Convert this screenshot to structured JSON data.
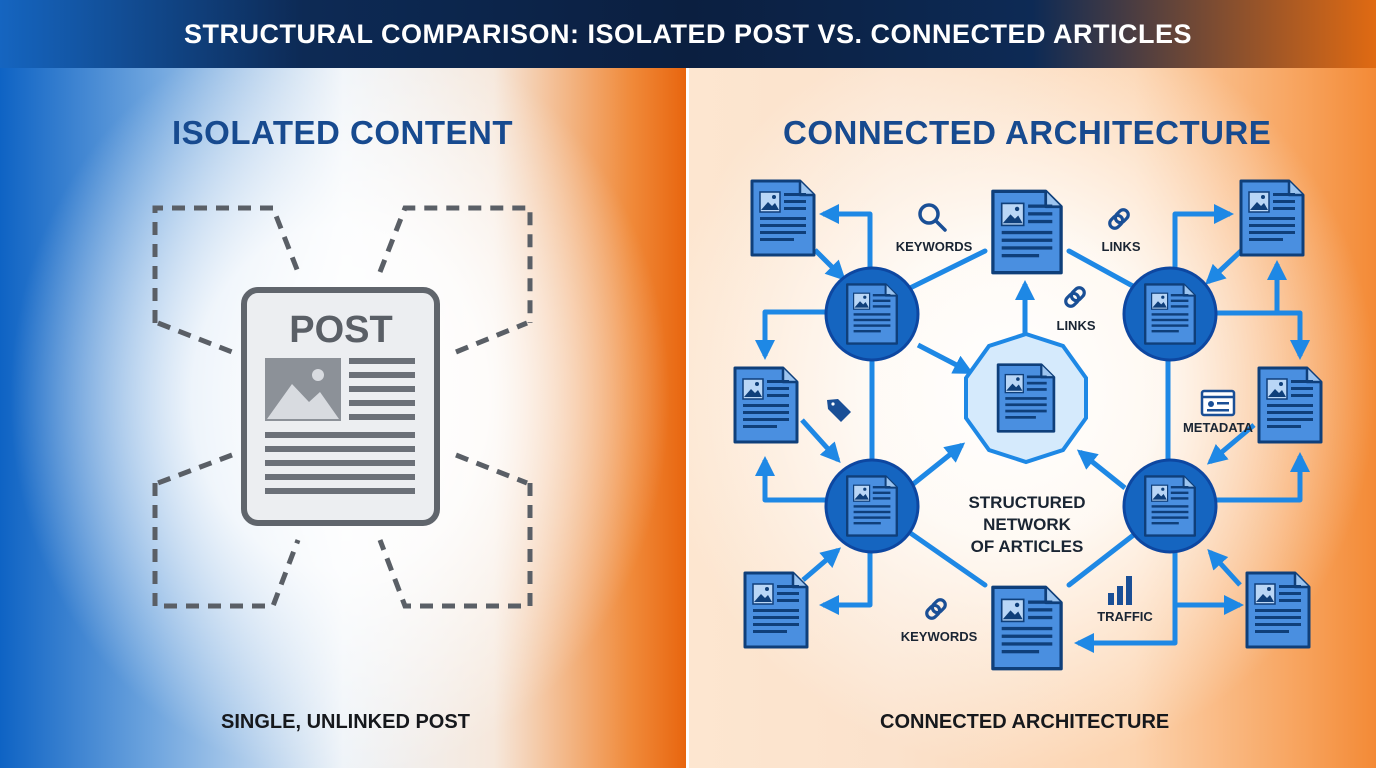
{
  "title": "STRUCTURAL COMPARISON: ISOLATED POST VS. CONNECTED ARTICLES",
  "left": {
    "heading": "ISOLATED CONTENT",
    "document_label": "POST",
    "caption": "SINGLE, UNLINKED POST"
  },
  "right": {
    "heading": "CONNECTED ARCHITECTURE",
    "center_label": [
      "STRUCTURED",
      "NETWORK",
      "OF ARTICLES"
    ],
    "labels": {
      "keywords_top": "KEYWORDS",
      "links_top": "LINKS",
      "links_center": "LINKS",
      "metadata": "METADATA",
      "keywords_bottom": "KEYWORDS",
      "traffic": "TRAFFIC"
    },
    "caption": "CONNECTED ARCHITECTURE"
  },
  "icons": [
    "search-icon",
    "link-icon",
    "tag-icon",
    "metadata-card-icon",
    "bar-chart-icon",
    "document-icon",
    "image-icon"
  ],
  "colors": {
    "accent_blue": "#1e88e5",
    "node_blue": "#1565c0",
    "heading_blue": "#174a8f",
    "accent_orange": "#e8650e"
  }
}
